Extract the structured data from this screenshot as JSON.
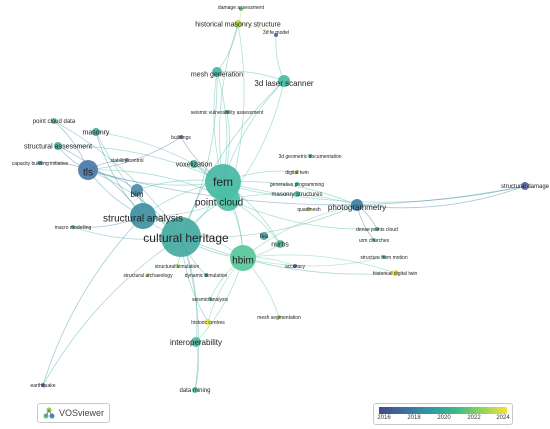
{
  "network": {
    "nodes": [
      {
        "id": "fem",
        "label": "fem",
        "size": 18,
        "color": "#48b9a5",
        "label_size": 12
      },
      {
        "id": "cultural_heritage",
        "label": "cultural heritage",
        "size": 20,
        "color": "#44aaa3",
        "label_size": 12
      },
      {
        "id": "point_cloud",
        "label": "point cloud",
        "size": 12,
        "color": "#4bbfa5",
        "label_size": 10
      },
      {
        "id": "hbim",
        "label": "hbim",
        "size": 13,
        "color": "#58c79b",
        "label_size": 10
      },
      {
        "id": "structural_analysis",
        "label": "structural analysis",
        "size": 13,
        "color": "#3f8fa0",
        "label_size": 10
      },
      {
        "id": "tls",
        "label": "tls",
        "size": 10,
        "color": "#4b7aa6",
        "label_size": 10
      },
      {
        "id": "bim",
        "label": "bim",
        "size": 6,
        "color": "#4b8ca8",
        "label_size": 8
      },
      {
        "id": "photogrammetry",
        "label": "photogrammetry",
        "size": 6,
        "color": "#3d7fa3",
        "label_size": 8
      },
      {
        "id": "mesh_generation",
        "label": "mesh generation",
        "size": 5,
        "color": "#47b5a0",
        "label_size": 7
      },
      {
        "id": "3d_laser_scanner",
        "label": "3d laser scanner",
        "size": 6,
        "color": "#4ab8a0",
        "label_size": 8
      },
      {
        "id": "historical_masonry_structure",
        "label": "historical masonry structure",
        "size": 4,
        "color": "#b6d84b",
        "label_size": 7
      },
      {
        "id": "damage_assessment",
        "label": "damage assessment",
        "size": 2,
        "color": "#67c18d",
        "label_size": 5
      },
      {
        "id": "3d_fe_model",
        "label": "3d fe model",
        "size": 2,
        "color": "#5060a0",
        "label_size": 5
      },
      {
        "id": "seismic_vulnerability_assessment",
        "label": "seismic vulnerability assessment",
        "size": 2,
        "color": "#3fa7a0",
        "label_size": 5
      },
      {
        "id": "masonry",
        "label": "masonry",
        "size": 4,
        "color": "#44aca1",
        "label_size": 7
      },
      {
        "id": "point_cloud_data",
        "label": "point cloud data",
        "size": 3,
        "color": "#4bbca0",
        "label_size": 6
      },
      {
        "id": "structural_assessment",
        "label": "structural assessment",
        "size": 4,
        "color": "#47b4a1",
        "label_size": 7
      },
      {
        "id": "capacity_building_initiative",
        "label": "capacity building initiative",
        "size": 2,
        "color": "#3a8fa2",
        "label_size": 5
      },
      {
        "id": "stability_control",
        "label": "stability control",
        "size": 2,
        "color": "#6f6fb0",
        "label_size": 5
      },
      {
        "id": "buildings",
        "label": "buildings",
        "size": 2,
        "color": "#7a6fb4",
        "label_size": 5
      },
      {
        "id": "voxelization",
        "label": "voxelization",
        "size": 4,
        "color": "#46b2a0",
        "label_size": 7
      },
      {
        "id": "3d_geometric_documentation",
        "label": "3d geometric documentation",
        "size": 2,
        "color": "#47b3a0",
        "label_size": 5
      },
      {
        "id": "digital_twin",
        "label": "digital twin",
        "size": 2,
        "color": "#9ad35a",
        "label_size": 5
      },
      {
        "id": "generative_programming",
        "label": "generative programming",
        "size": 2,
        "color": "#48b9a0",
        "label_size": 5
      },
      {
        "id": "masonry_structures",
        "label": "masonry structures",
        "size": 3,
        "color": "#47b6a0",
        "label_size": 6
      },
      {
        "id": "quadmesh",
        "label": "quadmesh",
        "size": 2,
        "color": "#b6d84b",
        "label_size": 5
      },
      {
        "id": "macro_modelling",
        "label": "macro modelling",
        "size": 2,
        "color": "#54b97a",
        "label_size": 5
      },
      {
        "id": "fea",
        "label": "fea",
        "size": 4,
        "color": "#4aa7a5",
        "label_size": 6
      },
      {
        "id": "nurbs",
        "label": "nurbs",
        "size": 4,
        "color": "#52bfa0",
        "label_size": 7
      },
      {
        "id": "dense_points_cloud",
        "label": "dense points cloud",
        "size": 2,
        "color": "#47b6a0",
        "label_size": 5
      },
      {
        "id": "urm_churches",
        "label": "urm churches",
        "size": 2,
        "color": "#5ac791",
        "label_size": 5
      },
      {
        "id": "structure_from_motion",
        "label": "structure from motion",
        "size": 2,
        "color": "#4ab7a0",
        "label_size": 5
      },
      {
        "id": "historical_digital_twin",
        "label": "historical digital twin",
        "size": 3,
        "color": "#efe33b",
        "label_size": 5
      },
      {
        "id": "accuracy",
        "label": "accuracy",
        "size": 2,
        "color": "#5a62a8",
        "label_size": 5
      },
      {
        "id": "structural_simulation",
        "label": "structural simulation",
        "size": 2,
        "color": "#9fd55b",
        "label_size": 5
      },
      {
        "id": "structural_archaeology",
        "label": "structural archaeology",
        "size": 2,
        "color": "#d9df44",
        "label_size": 5
      },
      {
        "id": "dynamic_simulation",
        "label": "dynamic simulation",
        "size": 2,
        "color": "#3fa3a0",
        "label_size": 5
      },
      {
        "id": "seismic_analysis",
        "label": "seismic analysis",
        "size": 2,
        "color": "#44b2a1",
        "label_size": 5
      },
      {
        "id": "historic_centres",
        "label": "historic centres",
        "size": 3,
        "color": "#e6e03c",
        "label_size": 5
      },
      {
        "id": "mesh_segmentation",
        "label": "mesh segmentation",
        "size": 2,
        "color": "#c4da46",
        "label_size": 5
      },
      {
        "id": "interoperability",
        "label": "interoperability",
        "size": 5,
        "color": "#4db9a0",
        "label_size": 8
      },
      {
        "id": "structural_damage",
        "label": "structural damage",
        "size": 4,
        "color": "#5664a3",
        "label_size": 6
      },
      {
        "id": "earthquake",
        "label": "earthquake",
        "size": 2,
        "color": "#6f65ad",
        "label_size": 5
      },
      {
        "id": "data_mining",
        "label": "data mining",
        "size": 3,
        "color": "#4dbf9a",
        "label_size": 6
      }
    ],
    "edges": [
      [
        "fem",
        "cultural_heritage"
      ],
      [
        "fem",
        "point_cloud"
      ],
      [
        "fem",
        "hbim"
      ],
      [
        "fem",
        "structural_analysis"
      ],
      [
        "fem",
        "tls"
      ],
      [
        "fem",
        "bim"
      ],
      [
        "fem",
        "photogrammetry"
      ],
      [
        "fem",
        "mesh_generation"
      ],
      [
        "fem",
        "3d_laser_scanner"
      ],
      [
        "fem",
        "masonry"
      ],
      [
        "fem",
        "voxelization"
      ],
      [
        "fem",
        "structural_assessment"
      ],
      [
        "fem",
        "digital_twin"
      ],
      [
        "fem",
        "masonry_structures"
      ],
      [
        "fem",
        "nurbs"
      ],
      [
        "fem",
        "structural_damage"
      ],
      [
        "fem",
        "historical_masonry_structure"
      ],
      [
        "fem",
        "seismic_vulnerability_assessment"
      ],
      [
        "cultural_heritage",
        "point_cloud"
      ],
      [
        "cultural_heritage",
        "hbim"
      ],
      [
        "cultural_heritage",
        "structural_analysis"
      ],
      [
        "cultural_heritage",
        "tls"
      ],
      [
        "cultural_heritage",
        "bim"
      ],
      [
        "cultural_heritage",
        "photogrammetry"
      ],
      [
        "cultural_heritage",
        "interoperability"
      ],
      [
        "cultural_heritage",
        "earthquake"
      ],
      [
        "cultural_heritage",
        "data_mining"
      ],
      [
        "cultural_heritage",
        "historic_centres"
      ],
      [
        "cultural_heritage",
        "structural_simulation"
      ],
      [
        "cultural_heritage",
        "dynamic_simulation"
      ],
      [
        "cultural_heritage",
        "3d_laser_scanner"
      ],
      [
        "cultural_heritage",
        "mesh_generation"
      ],
      [
        "cultural_heritage",
        "masonry"
      ],
      [
        "cultural_heritage",
        "point_cloud_data"
      ],
      [
        "cultural_heritage",
        "macro_modelling"
      ],
      [
        "cultural_heritage",
        "historical_digital_twin"
      ],
      [
        "point_cloud",
        "hbim"
      ],
      [
        "point_cloud",
        "tls"
      ],
      [
        "point_cloud",
        "photogrammetry"
      ],
      [
        "point_cloud",
        "3d_laser_scanner"
      ],
      [
        "point_cloud",
        "mesh_generation"
      ],
      [
        "point_cloud",
        "voxelization"
      ],
      [
        "point_cloud",
        "structural_analysis"
      ],
      [
        "point_cloud",
        "dense_points_cloud"
      ],
      [
        "point_cloud",
        "nurbs"
      ],
      [
        "point_cloud",
        "historical_masonry_structure"
      ],
      [
        "hbim",
        "photogrammetry"
      ],
      [
        "hbim",
        "structural_analysis"
      ],
      [
        "hbim",
        "interoperability"
      ],
      [
        "hbim",
        "historic_centres"
      ],
      [
        "hbim",
        "mesh_segmentation"
      ],
      [
        "hbim",
        "nurbs"
      ],
      [
        "hbim",
        "accuracy"
      ],
      [
        "hbim",
        "structure_from_motion"
      ],
      [
        "hbim",
        "historical_digital_twin"
      ],
      [
        "hbim",
        "seismic_analysis"
      ],
      [
        "structural_analysis",
        "tls"
      ],
      [
        "structural_analysis",
        "bim"
      ],
      [
        "structural_analysis",
        "masonry"
      ],
      [
        "structural_analysis",
        "structural_assessment"
      ],
      [
        "structural_analysis",
        "macro_modelling"
      ],
      [
        "structural_analysis",
        "earthquake"
      ],
      [
        "tls",
        "bim"
      ],
      [
        "tls",
        "point_cloud_data"
      ],
      [
        "tls",
        "stability_control"
      ],
      [
        "tls",
        "capacity_building_initiative"
      ],
      [
        "tls",
        "structural_assessment"
      ],
      [
        "tls",
        "structural_damage"
      ],
      [
        "mesh_generation",
        "3d_laser_scanner"
      ],
      [
        "mesh_generation",
        "historical_masonry_structure"
      ],
      [
        "3d_laser_scanner",
        "3d_fe_model"
      ],
      [
        "historical_masonry_structure",
        "damage_assessment"
      ],
      [
        "historical_masonry_structure",
        "3d_fe_model"
      ],
      [
        "photogrammetry",
        "structural_damage"
      ],
      [
        "photogrammetry",
        "dense_points_cloud"
      ],
      [
        "photogrammetry",
        "urm_churches"
      ],
      [
        "interoperability",
        "data_mining"
      ],
      [
        "buildings",
        "fem"
      ],
      [
        "buildings",
        "tls"
      ]
    ]
  },
  "logo": {
    "text": "VOSviewer"
  },
  "color_scale": {
    "ticks": [
      "2016",
      "2018",
      "2020",
      "2022",
      "2024"
    ]
  }
}
